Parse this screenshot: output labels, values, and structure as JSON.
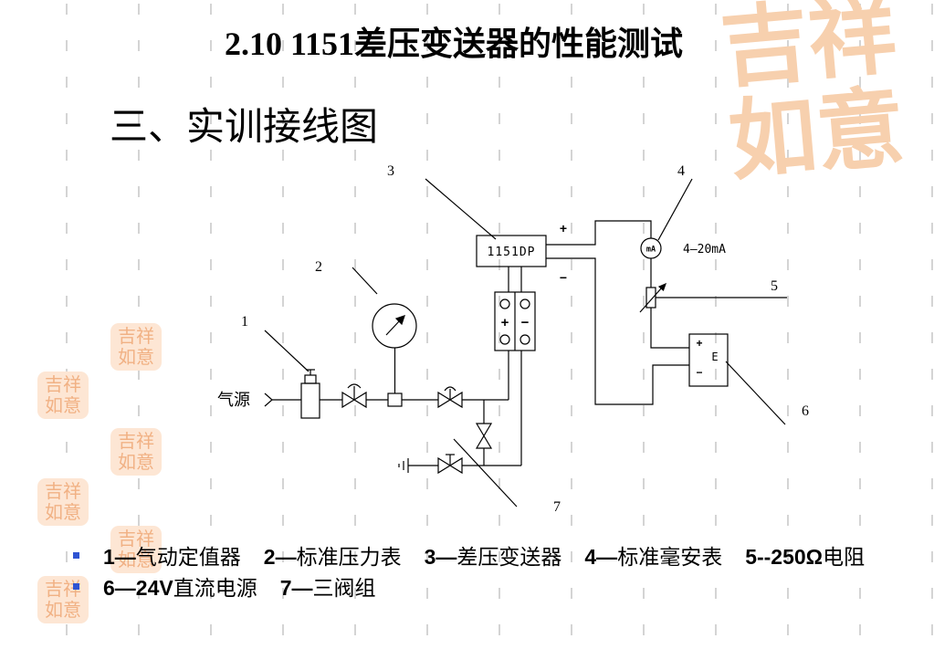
{
  "title": "2.10 1151差压变送器的性能测试",
  "subtitle": "三、实训接线图",
  "watermark": "吉祥如意",
  "bullet_icon": "square-bullet-icon",
  "colors": {
    "bullet": "#2f54d3",
    "watermark": "#f7d0ae",
    "text": "#000000",
    "grid": "#d4d4d4"
  },
  "diagram": {
    "callouts": {
      "regulator": "1",
      "gauge": "2",
      "transmitter": "3",
      "milliammeter": "4",
      "resistor": "5",
      "power_supply": "6",
      "manifold": "7"
    },
    "gas_source": "气源",
    "transmitter_model": "1151DP",
    "output_plus": "+",
    "output_minus": "−",
    "meter_symbol": "mA",
    "meter_range": "4–20mA",
    "manifold_plus": "+",
    "manifold_minus": "−",
    "supply_plus": "+",
    "supply_symbol": "E",
    "supply_minus": "−"
  },
  "legend": [
    [
      {
        "num": "1—",
        "name": "气动定值器"
      },
      {
        "num": "2—",
        "name": "标准压力表"
      },
      {
        "num": "3—",
        "name": "差压变送器"
      },
      {
        "num": "4—",
        "name": "标准毫安表"
      },
      {
        "num": "5--250Ω",
        "name": "电阻"
      }
    ],
    [
      {
        "num": "6—24V",
        "name": "直流电源"
      },
      {
        "num": "7—",
        "name": "三阀组"
      }
    ]
  ]
}
